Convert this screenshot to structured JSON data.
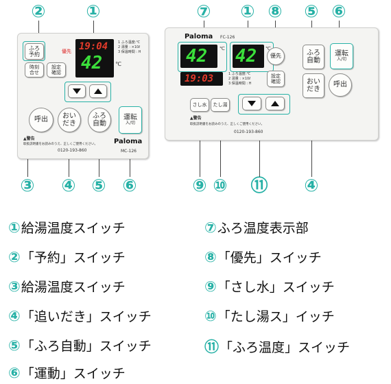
{
  "callouts_top_left": [
    "②",
    "①"
  ],
  "callouts_top_right": [
    "⑦",
    "①",
    "⑧",
    "⑤",
    "⑥"
  ],
  "callouts_bottom_left": [
    "③",
    "④",
    "⑤",
    "⑥"
  ],
  "callouts_bottom_right": [
    "⑨",
    "⑩",
    "⑪",
    "④"
  ],
  "left_panel": {
    "clock": "19:04",
    "temp": "42",
    "unit": "℃",
    "priority": "優先",
    "reserve_btn": "ふろ\n予約",
    "time_btn": "時刻\n合せ",
    "setting_btn": "設定\n確認",
    "call_btn": "呼出",
    "reheat_btn": "おい\nだき",
    "auto_btn": "ふろ\n自動",
    "run_btn": "運転",
    "run_sub": "入/切",
    "info_lines": [
      "1 ふろ温度:℃",
      "2 湯量 : ×10ℓ",
      "3 保温時間 : H"
    ],
    "warning": "▲警告",
    "notice": "取扱説明書をお読みのうえ、正しくご使用ください。",
    "phone": "0120-193-860",
    "brand": "Paloma",
    "model": "MC-126"
  },
  "right_panel": {
    "brand": "Paloma",
    "model": "FC-126",
    "bath_temp": "42",
    "hot_temp": "42",
    "unit": "℃",
    "clock": "19:03",
    "priority_btn": "優先",
    "auto_btn": "ふろ\n自動",
    "run_btn": "運転",
    "run_sub": "入/切",
    "reheat_btn": "おい\nだき",
    "call_btn": "呼出",
    "water_btn": "さし水",
    "hotadd_btn": "たし湯",
    "setting_btn": "設定\n確認",
    "info_lines": [
      "1 ふろ温度:℃",
      "2 湯量 : ×10ℓ",
      "3 保温時間 : H"
    ],
    "warning": "▲警告",
    "notice": "取扱説明書をお読みのうえ、正しくご使用ください。",
    "phone": "0120-193-860"
  },
  "legend_left": [
    {
      "num": "①",
      "text": "給湯温度スイッチ"
    },
    {
      "num": "②",
      "text": "「予約」スイッチ"
    },
    {
      "num": "③",
      "text": "給湯温度スイッチ"
    },
    {
      "num": "④",
      "text": "「追いだき」スイッチ"
    },
    {
      "num": "⑤",
      "text": "「ふろ自動」スイッチ"
    },
    {
      "num": "⑥",
      "text": "「運動」スイッチ"
    }
  ],
  "legend_right": [
    {
      "num": "⑦",
      "text": "ふろ温度表示部"
    },
    {
      "num": "⑧",
      "text": "「優先」スイッチ"
    },
    {
      "num": "⑨",
      "text": "「さし水」スイッチ"
    },
    {
      "num": "⑩",
      "text": "「たし湯ス」イッチ"
    },
    {
      "num": "⑪",
      "text": "「ふろ温度」スイッチ"
    }
  ],
  "colors": {
    "accent": "#27b1a6",
    "lcd_green": "#3be03b",
    "lcd_red": "#e23a2a",
    "lcd_bg": "#111111"
  }
}
